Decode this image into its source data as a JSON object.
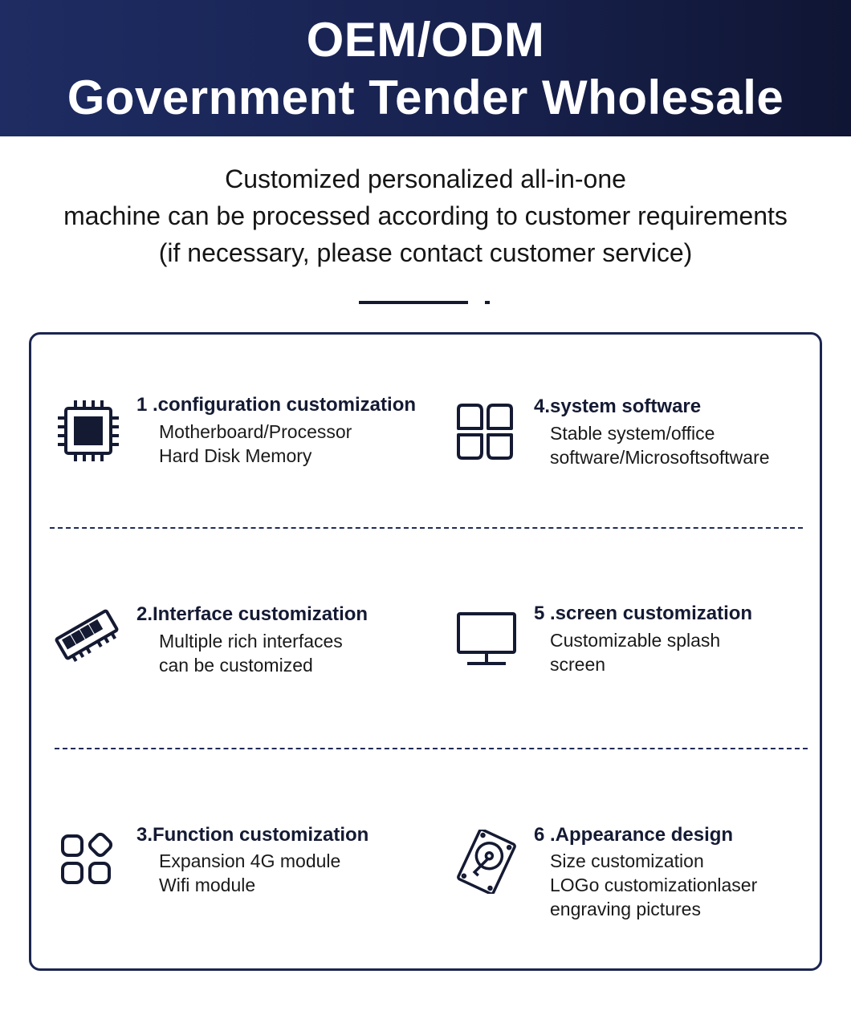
{
  "banner": {
    "title_line1": "OEM/ODM",
    "title_line2": "Government Tender Wholesale"
  },
  "intro": {
    "line1": "Customized personalized all-in-one",
    "line2": "machine can be processed according to customer requirements",
    "line3": "(if necessary, please contact customer service)"
  },
  "features": [
    {
      "title": "1 .configuration customization",
      "lines": [
        "Motherboard/Processor",
        "Hard Disk Memory"
      ],
      "icon": "cpu-chip-icon"
    },
    {
      "title": "2.Interface customization",
      "lines": [
        "Multiple rich interfaces",
        "can be customized"
      ],
      "icon": "memory-module-icon"
    },
    {
      "title": "3.Function customization",
      "lines": [
        "Expansion 4G module",
        "Wifi module"
      ],
      "icon": "apps-grid-icon"
    },
    {
      "title": "4.system software",
      "lines": [
        "Stable system/office",
        "software/Microsoftsoftware"
      ],
      "icon": "windows-logo-icon"
    },
    {
      "title": "5 .screen customization",
      "lines": [
        "Customizable splash",
        "screen"
      ],
      "icon": "monitor-icon"
    },
    {
      "title": "6 .Appearance design",
      "lines": [
        "Size customization",
        "LOGo customizationlaser",
        "engraving pictures"
      ],
      "icon": "hard-disk-icon"
    }
  ],
  "colors": {
    "banner_dark": "#18224f",
    "panel_border": "#1b2550",
    "text": "#141a33"
  }
}
